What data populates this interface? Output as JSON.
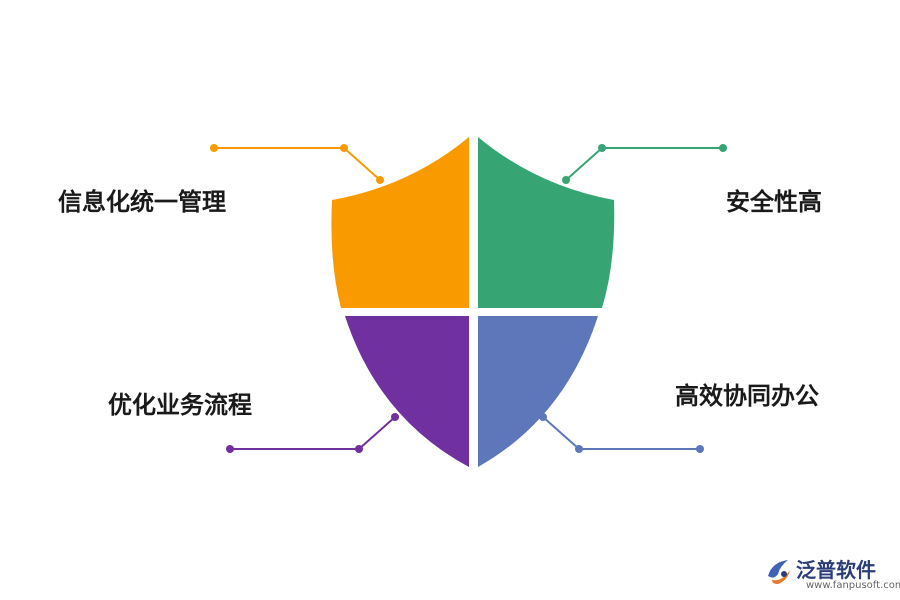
{
  "segments": [
    {
      "id": "top-left",
      "label": "信息化统一管理",
      "color": "#F99B00"
    },
    {
      "id": "top-right",
      "label": "安全性高",
      "color": "#36A573"
    },
    {
      "id": "bottom-left",
      "label": "优化业务流程",
      "color": "#7030A0"
    },
    {
      "id": "bottom-right",
      "label": "高效协同办公",
      "color": "#5D77BA"
    }
  ],
  "brand": {
    "name": "泛普软件",
    "url": "www.fanpusoft.com"
  }
}
